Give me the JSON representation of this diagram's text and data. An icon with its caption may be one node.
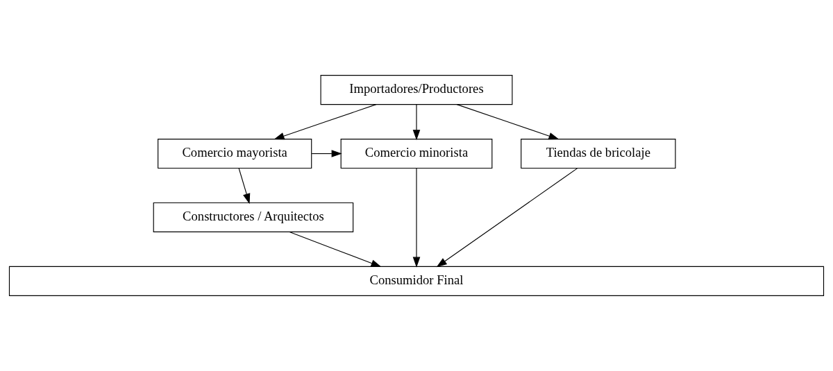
{
  "diagram": {
    "nodes": [
      {
        "text": [
          "Importadores/Productores"
        ]
      },
      {
        "text": [
          "Comercio mayorista"
        ]
      },
      {
        "text": [
          "Comercio minorista"
        ]
      },
      {
        "text": [
          "Tiendas de bricolaje"
        ]
      },
      {
        "text": [
          "Constructores / Arquitectos"
        ]
      },
      {
        "text": [
          "Consumidor Final"
        ]
      }
    ],
    "edges": [
      {
        "from": 0,
        "to": 1,
        "arrow": "to"
      },
      {
        "from": 0,
        "to": 2,
        "arrow": "to"
      },
      {
        "from": 0,
        "to": 3,
        "arrow": "to"
      },
      {
        "from": 1,
        "to": 2,
        "arrow": "to"
      },
      {
        "from": 1,
        "to": 4,
        "arrow": "to"
      },
      {
        "from": 4,
        "to": 5,
        "arrow": "to"
      },
      {
        "from": 2,
        "to": 5,
        "arrow": "to"
      },
      {
        "from": 3,
        "to": 5,
        "arrow": "to"
      }
    ]
  }
}
